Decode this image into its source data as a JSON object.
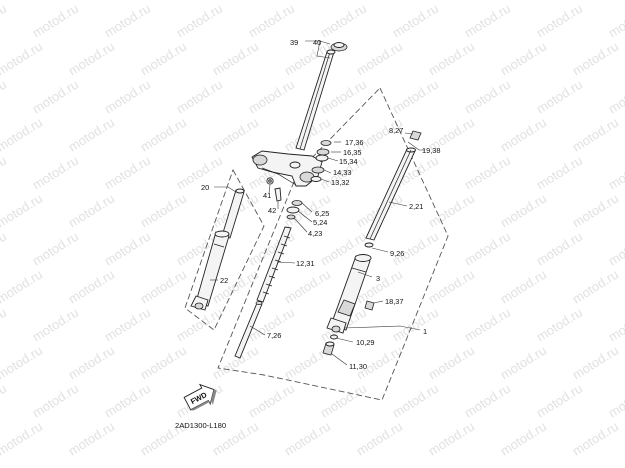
{
  "watermark": {
    "text": "motod.ru"
  },
  "diagram_code": "2AD1300-L180",
  "fwd_label": "FWD",
  "callouts": {
    "p1": "1",
    "p2_21": "2,21",
    "p3": "3",
    "p4_23": "4,23",
    "p5_24": "5,24",
    "p6_25": "6,25",
    "p7_26": "7,26",
    "p8_27": "8,27",
    "p9_26": "9,26",
    "p10_29": "10,29",
    "p11_30": "11,30",
    "p12_31": "12,31",
    "p13_32": "13,32",
    "p14_33": "14,33",
    "p15_34": "15,34",
    "p16_35": "16,35",
    "p17_36": "17,36",
    "p18_37": "18,37",
    "p19_38": "19,38",
    "p20": "20",
    "p22": "22",
    "p39": "39",
    "p40": "40",
    "p41": "41",
    "p42": "42"
  }
}
